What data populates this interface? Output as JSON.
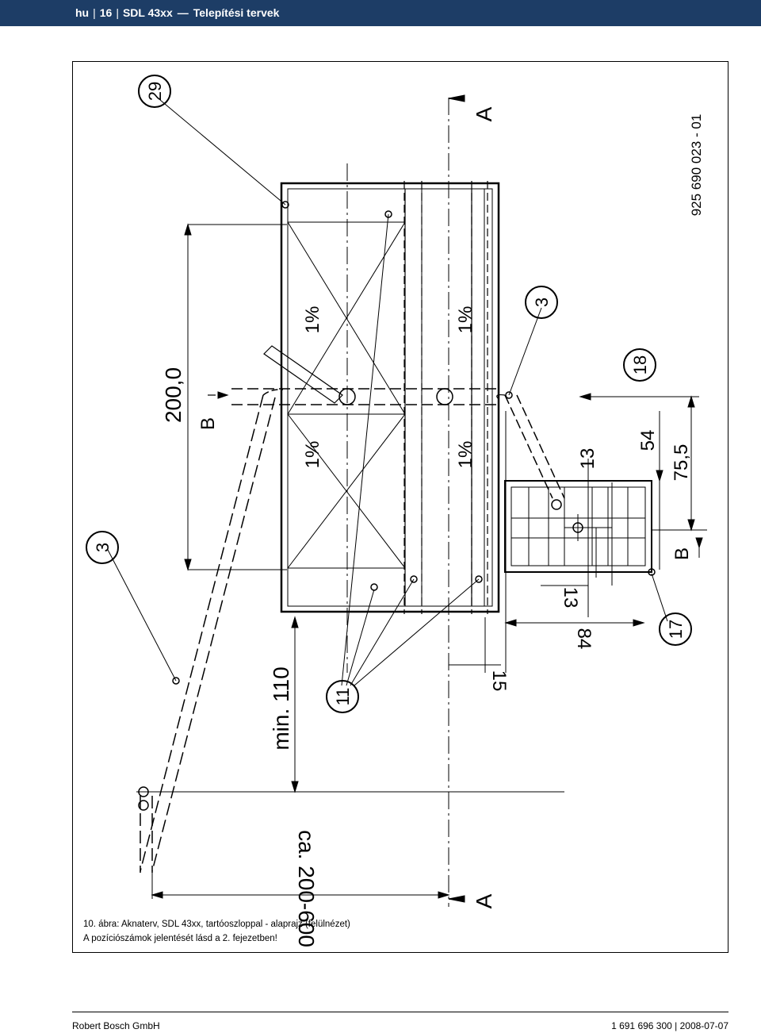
{
  "header": {
    "lang": "hu",
    "page": "16",
    "product": "SDL 43xx",
    "dash": "—",
    "title": "Telepítési tervek"
  },
  "drawing": {
    "drawing_number": "925 690 023 - 01",
    "section_label": "A",
    "section_label_b": "B",
    "slope": "1%",
    "dimensions": {
      "length_200": "200,0",
      "min_110": "min. 110",
      "ca_200_600": "ca. 200-600",
      "d15": "15",
      "d84": "84",
      "d13_top": "13",
      "d13_bottom": "13",
      "d54": "54",
      "d75": "75,5"
    },
    "callouts": {
      "c29": "29",
      "c3_top": "3",
      "c3_left": "3",
      "c18": "18",
      "c17": "17",
      "c11": "11"
    }
  },
  "caption": {
    "line1": "10. ábra: Aknaterv, SDL 43xx, tartóoszloppal - alaprajz (felülnézet)",
    "line2": "A pozíciószámok jelentését lásd a 2. fejezetben!"
  },
  "footer": {
    "company": "Robert Bosch GmbH",
    "docref": "1 691 696 300 | 2008-07-07"
  }
}
